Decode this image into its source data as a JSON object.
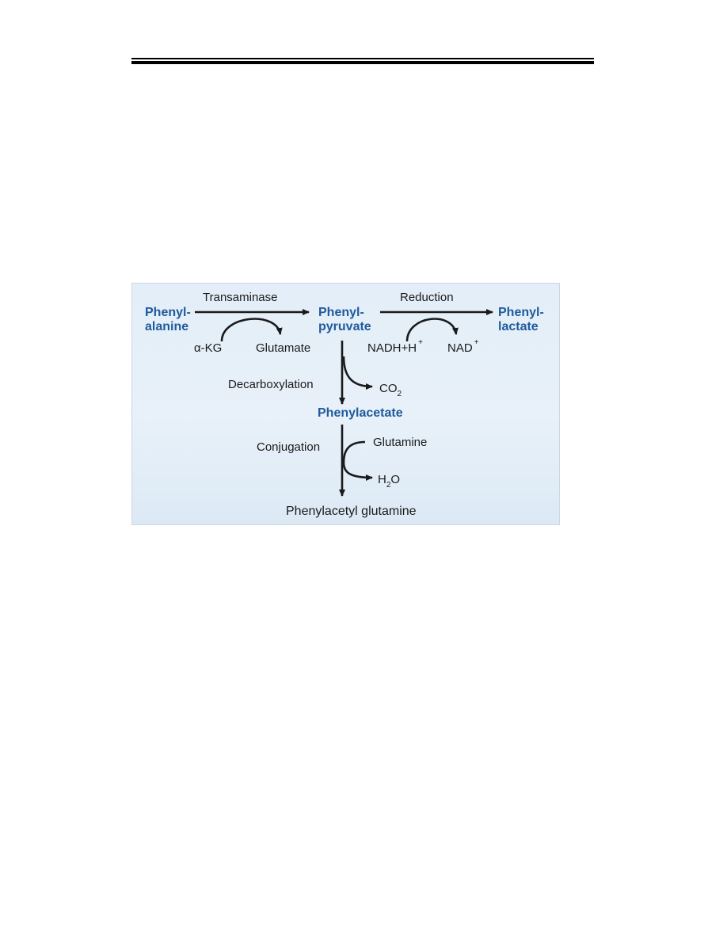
{
  "diagram": {
    "nodes": {
      "phenylalanine": [
        "Phenyl-",
        "alanine"
      ],
      "phenylpyruvate": [
        "Phenyl-",
        "pyruvate"
      ],
      "phenyllactate": [
        "Phenyl-",
        "lactate"
      ],
      "phenylacetate": "Phenylacetate",
      "phenylacetyl_glutamine": "Phenylacetyl glutamine"
    },
    "steps": {
      "transaminase": "Transaminase",
      "reduction": "Reduction",
      "decarboxylation": "Decarboxylation",
      "conjugation": "Conjugation"
    },
    "cofactors": {
      "alpha_kg": "α-KG",
      "glutamate": "Glutamate",
      "nadh": "NADH+H",
      "nadh_sup": "+",
      "nad": "NAD",
      "nad_sup": "+",
      "co2_main": "CO",
      "co2_sub": "2",
      "glutamine": "Glutamine",
      "h2o_h": "H",
      "h2o_sub": "2",
      "h2o_o": "O"
    },
    "colors": {
      "metabolite": "#1f5a9c",
      "background": "#e5eff8",
      "arrow": "#1a1a1a"
    }
  }
}
